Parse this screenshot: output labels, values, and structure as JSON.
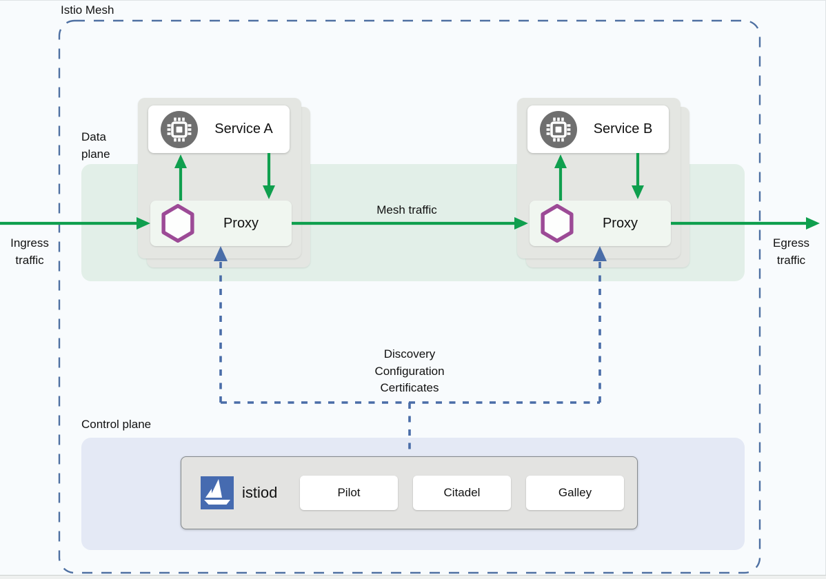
{
  "colors": {
    "green": "#0f9f4e",
    "blue": "#4a6da8",
    "border_blue": "#4e70a2",
    "purple": "#9c4a96",
    "istio_blue": "#466bb0",
    "node_gray": "#e4e6e2",
    "mesh_band": "#e2efe8",
    "control_band": "#e4e9f5",
    "circle_gray": "#6f6f6f",
    "proxy_bg": "#f0f6f0",
    "istiod_bg": "#e3e3e1",
    "bg": "#f8fbfd",
    "text": "#111111"
  },
  "mesh": {
    "title": "Istio Mesh"
  },
  "data_plane": {
    "label": "Data\nplane",
    "services": [
      {
        "name": "Service A"
      },
      {
        "name": "Service B"
      }
    ],
    "proxy_label": "Proxy",
    "mesh_traffic_label": "Mesh traffic",
    "ingress_label": "Ingress\ntraffic",
    "egress_label": "Egress\ntraffic"
  },
  "control_plane": {
    "label": "Control plane",
    "link_label": "Discovery\nConfiguration\nCertificates",
    "istiod": {
      "name": "istiod",
      "components": [
        "Pilot",
        "Citadel",
        "Galley"
      ]
    }
  }
}
